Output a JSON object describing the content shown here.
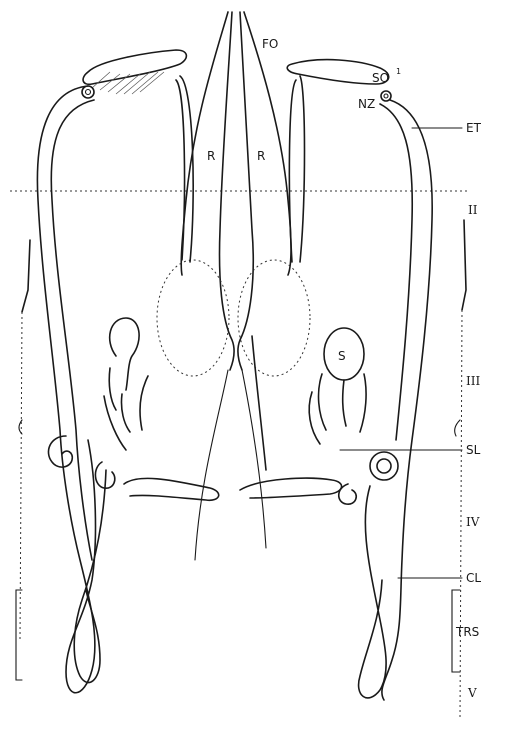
{
  "labels": {
    "fo": "FO",
    "r_left": "R",
    "r_right": "R",
    "so": "SO",
    "so_sup": "1",
    "nz": "NZ",
    "et": "ET",
    "s": "S",
    "sl": "SL",
    "cl": "CL",
    "trs": "TRS"
  },
  "segments": {
    "ii": "II",
    "iii": "III",
    "iv": "IV",
    "v": "V"
  }
}
